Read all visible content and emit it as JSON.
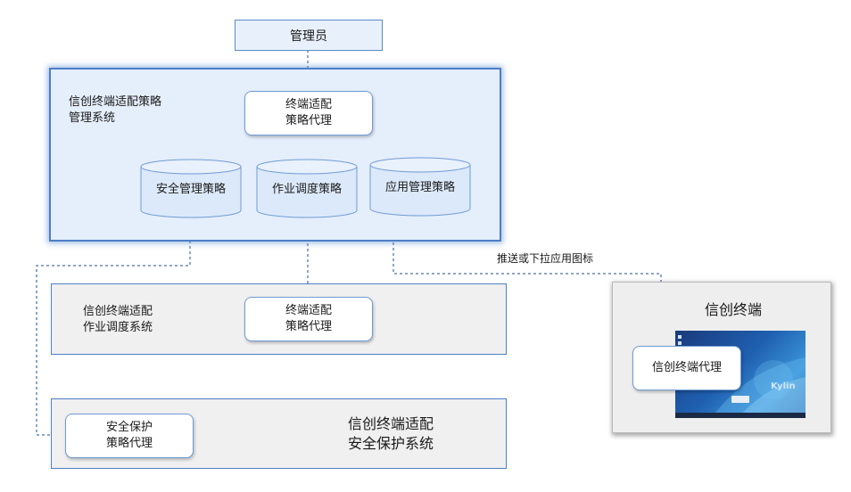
{
  "admin": {
    "label": "管理员"
  },
  "management_system": {
    "title_line1": "信创终端适配策略",
    "title_line2": "管理系统",
    "proxy_line1": "终端适配",
    "proxy_line2": "策略代理",
    "policies": [
      "安全管理策略",
      "作业调度策略",
      "应用管理策略"
    ]
  },
  "scheduling_system": {
    "title_line1": "信创终端适配",
    "title_line2": "作业调度系统",
    "proxy_line1": "终端适配",
    "proxy_line2": "策略代理"
  },
  "security_system": {
    "title_line1": "信创终端适配",
    "title_line2": "安全保护系统",
    "proxy_line1": "安全保护",
    "proxy_line2": "策略代理"
  },
  "terminal": {
    "title": "信创终端",
    "proxy_label": "信创终端代理",
    "desktop_logo": "Kylin"
  },
  "edge_labels": {
    "push_or_pull": "推送或下拉应用图标"
  },
  "colors": {
    "panel_blue": "#e5eefb",
    "border_blue": "#4e7fc5",
    "arrow": "#1f4e8c",
    "panel_grey": "#f0f0f0"
  }
}
